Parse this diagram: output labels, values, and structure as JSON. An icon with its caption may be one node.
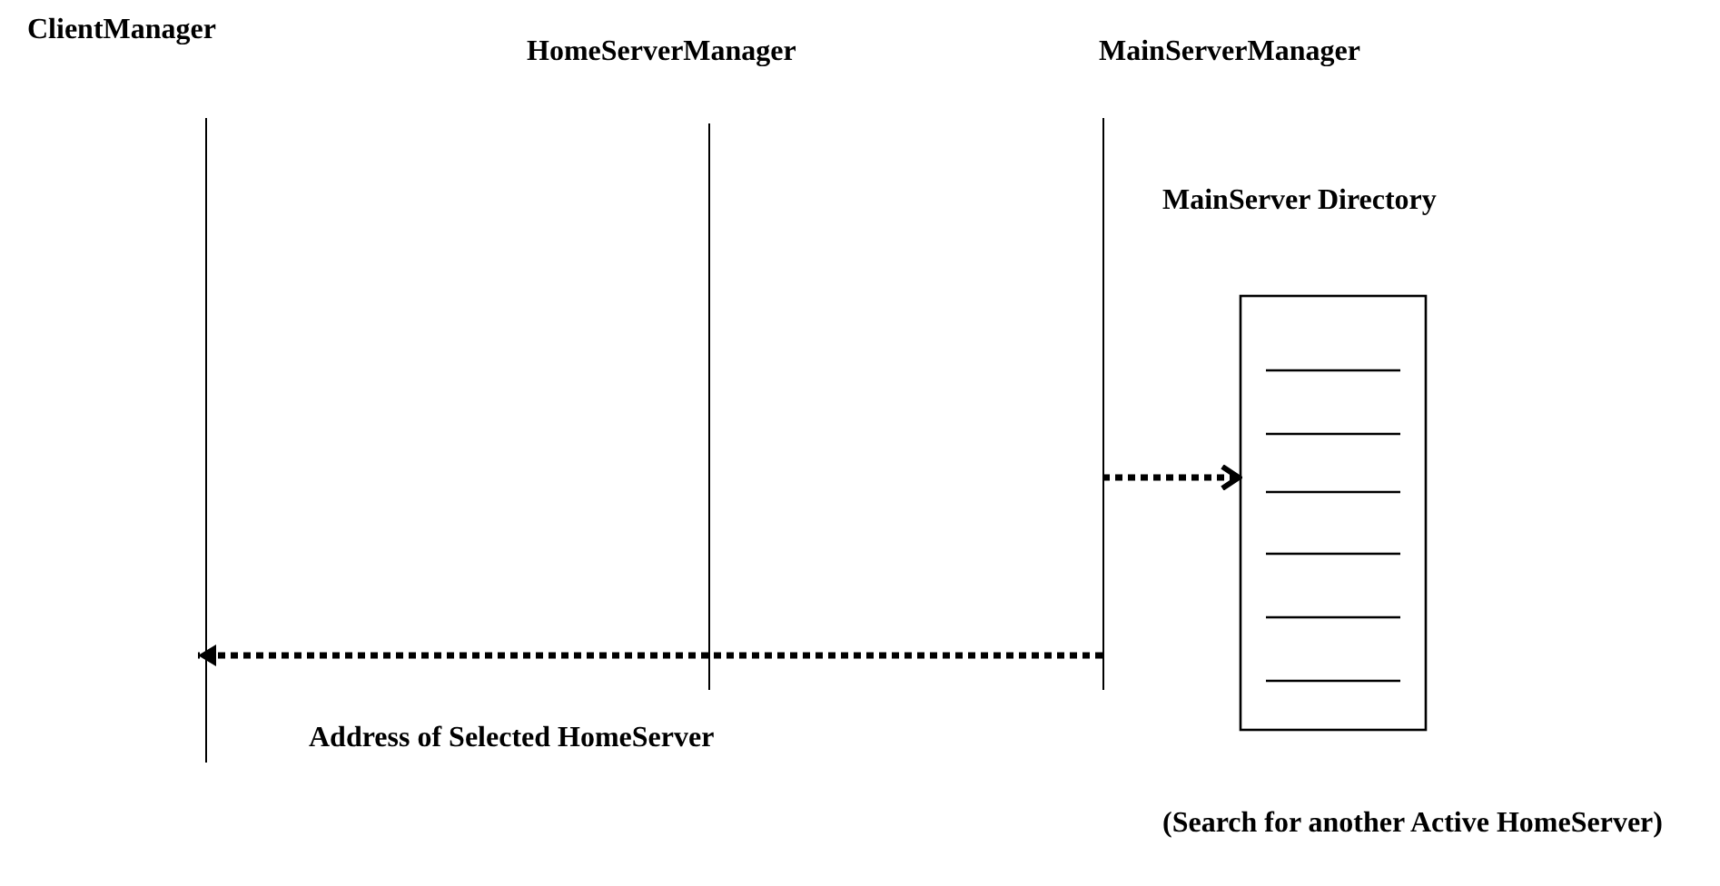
{
  "diagram": {
    "nodes": [
      {
        "text": [
          "ClientManager"
        ]
      },
      {
        "text": [
          "HomeServerManager"
        ]
      },
      {
        "text": [
          "MainServerManager"
        ]
      },
      {
        "text": [
          "MainServer Directory"
        ],
        "beside": [
          "(Search for another Active HomeServer)"
        ]
      }
    ],
    "edges": [
      {
        "from": 2,
        "to": 3,
        "arrow": "to",
        "style": "dashed"
      },
      {
        "from": 2,
        "to": 0,
        "arrow": "to",
        "style": "dashed",
        "label": "Address of Selected HomeServer"
      }
    ]
  }
}
